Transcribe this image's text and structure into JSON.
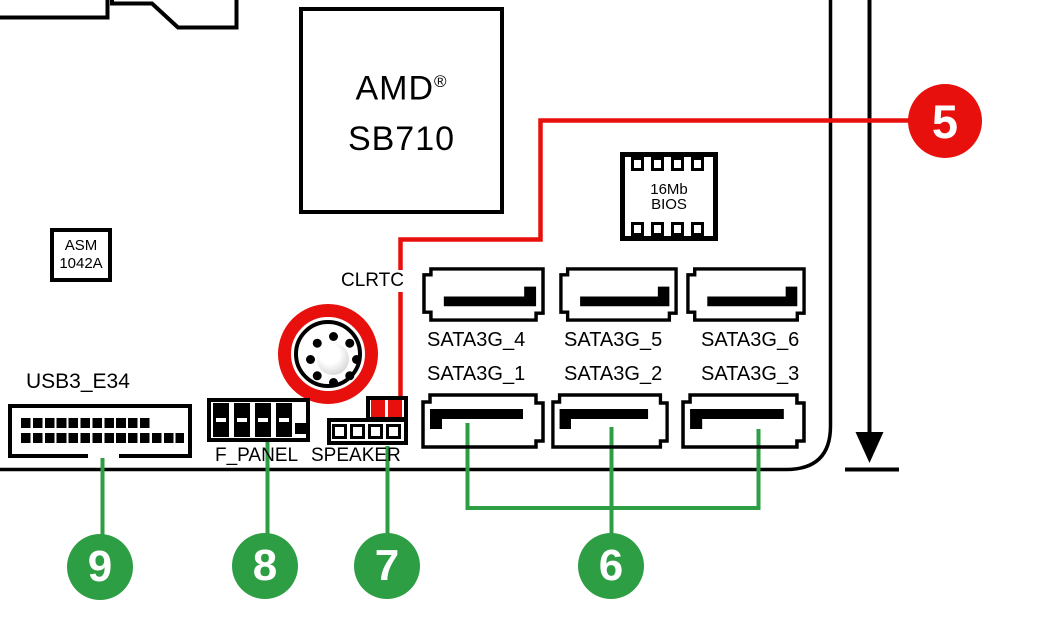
{
  "colors": {
    "accent_red": "#e8100c",
    "accent_green": "#2e9e44",
    "line_black": "#000000"
  },
  "chips": {
    "southbridge": {
      "line1": "AMD",
      "reg": "®",
      "line2": "SB710"
    },
    "usb_controller": {
      "line1": "ASM",
      "line2": "1042A"
    },
    "bios": {
      "line1": "16Mb",
      "line2": "BIOS"
    }
  },
  "labels": {
    "clrtc": "CLRTC",
    "usb3_header": "USB3_E34",
    "front_panel": "F_PANEL",
    "speaker": "SPEAKER"
  },
  "sata": {
    "row_top": [
      "SATA3G_4",
      "SATA3G_5",
      "SATA3G_6"
    ],
    "row_bottom": [
      "SATA3G_1",
      "SATA3G_2",
      "SATA3G_3"
    ]
  },
  "callouts": {
    "c5": "5",
    "c6": "6",
    "c7": "7",
    "c8": "8",
    "c9": "9"
  }
}
